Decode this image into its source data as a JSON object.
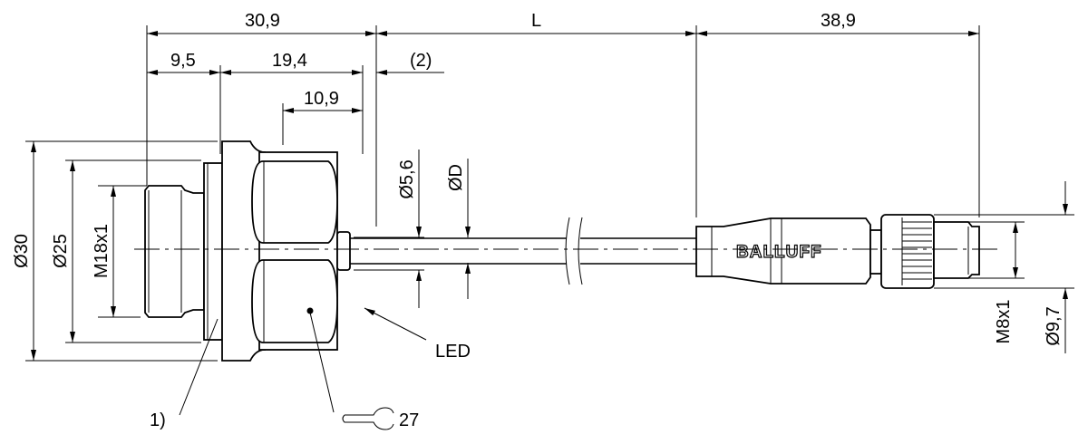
{
  "dimensions": {
    "overall_sensor_length": "30,9",
    "cable_length": "L",
    "connector_length": "38,9",
    "thread_length": "9,5",
    "body_length": "19,4",
    "gland_offset": "(2)",
    "led_cap_length": "10,9",
    "body_diameter": "Ø30",
    "flange_diameter": "Ø25",
    "thread": "M18x1",
    "gland_diameter": "Ø5,6",
    "cable_diameter": "ØD",
    "connector_thread": "M8x1",
    "connector_diameter": "Ø9,7"
  },
  "annotations": {
    "led": "LED",
    "note": "1)",
    "wrench_size": "27"
  },
  "logo": "BALLUFF"
}
